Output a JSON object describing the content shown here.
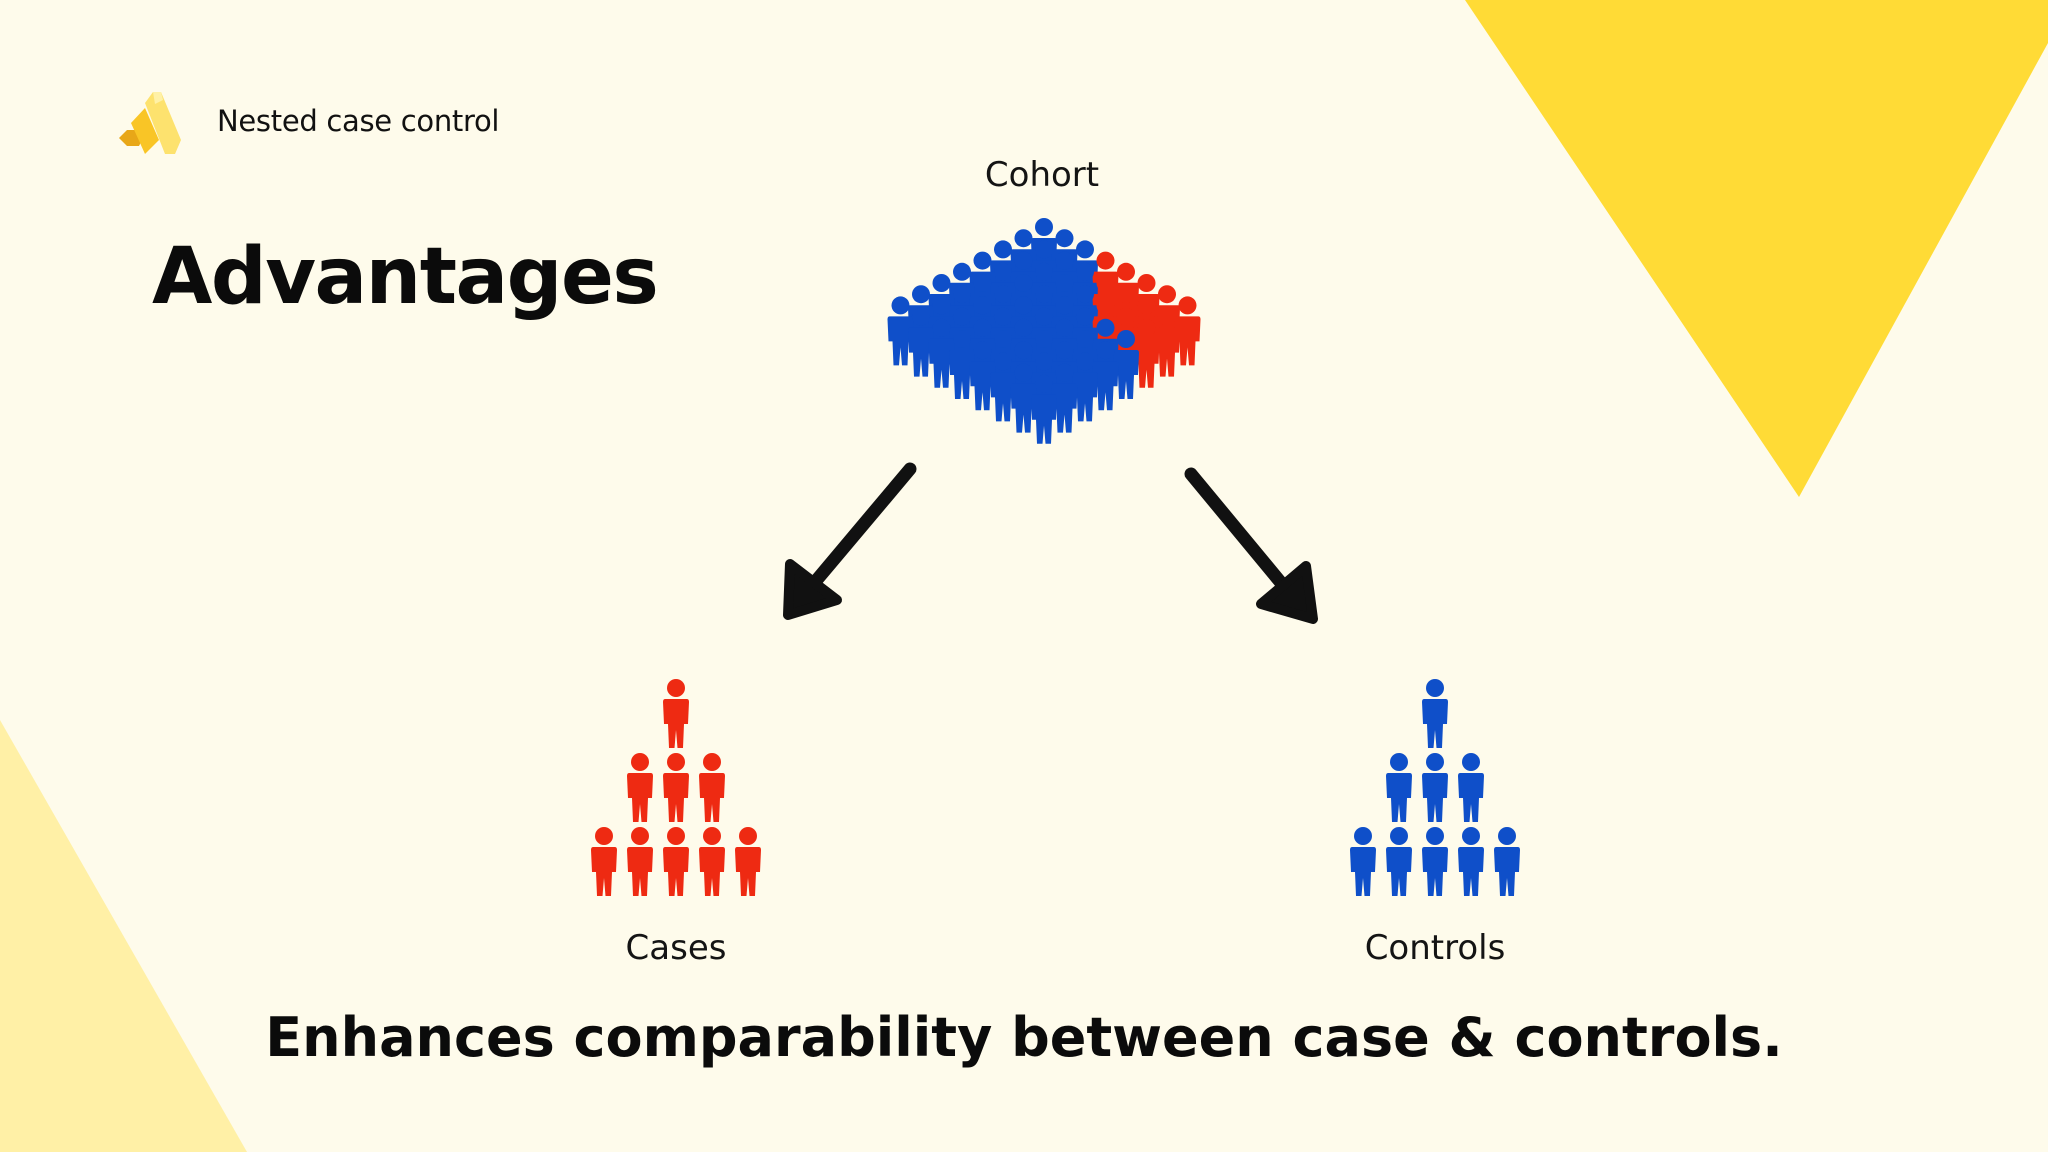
{
  "brand": {
    "name": "Nested case control",
    "logo_icon": "hexagon-bars-logo-icon"
  },
  "slide": {
    "title": "Advantages",
    "caption": "Enhances comparability between case & controls."
  },
  "diagram": {
    "cohort": {
      "label": "Cohort",
      "icon": "population-crowd-icon"
    },
    "cases": {
      "label": "Cases",
      "icon": "people-pyramid-icon",
      "color": "#ee2a12"
    },
    "controls": {
      "label": "Controls",
      "icon": "people-pyramid-icon",
      "color": "#0f4fc9"
    },
    "arrows": [
      "arrow-down-left-icon",
      "arrow-down-right-icon"
    ]
  },
  "colors": {
    "background": "#fefbeb",
    "accent_yellow": "#ffdb36",
    "light_yellow": "#fff0a6",
    "case_red": "#ee2a12",
    "control_blue": "#0f4fc9",
    "text": "#0b0b0b"
  }
}
